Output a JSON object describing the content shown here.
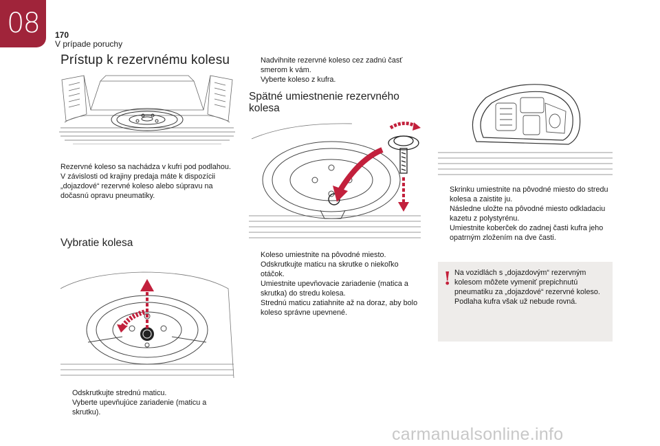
{
  "header": {
    "chapter": "08",
    "page_number": "170",
    "section": "V prípade poruchy"
  },
  "column1": {
    "title": "Prístup k rezervnému kolesu",
    "intro": "Rezervné koleso sa nachádza v kufri pod podlahou. V závislosti od krajiny predaja máte k dispozícii „dojazdové“ rezervné koleso alebo súpravu na dočasnú opravu pneumatiky.",
    "subtitle": "Vybratie kolesa",
    "steps": [
      "Odskrutkujte strednú maticu.",
      "Vyberte upevňujúce zariadenie (maticu a skrutku)."
    ]
  },
  "column2": {
    "steps_top": [
      "Nadvihnite rezervné koleso cez zadnú časť smerom k vám.",
      "Vyberte koleso z kufra."
    ],
    "subtitle": "Spätné umiestnenie rezervného kolesa",
    "steps": [
      "Koleso umiestnite na pôvodné miesto.",
      "Odskrutkujte maticu na skrutke o niekoľko otáčok.",
      "Umiestnite upevňovacie zariadenie (matica a skrutka) do stredu kolesa.",
      "Strednú maticu zatiahnite až na doraz, aby bolo koleso správne upevnené."
    ]
  },
  "column3": {
    "steps": [
      "Skrinku umiestnite na pôvodné miesto do stredu kolesa a zaistite ju.",
      "Následne uložte na pôvodné miesto odkladaciu kazetu z polystyrénu.",
      "Umiestnite koberček do zadnej časti kufra jeho opatrným zložením na dve časti."
    ],
    "note_symbol": "!",
    "note": "Na vozidlách s „dojazdovým“ rezervným kolesom môžete vymeniť prepichnutú pneumatiku za „dojazdové“ rezervné koleso. Podlaha kufra však už nebude rovná."
  },
  "bullet_marker": "",
  "watermark": "carmanualsonline.info",
  "colors": {
    "chapter_tab": "#a0243a",
    "arrow": "#c2203c",
    "note_bg": "#eeecea"
  }
}
